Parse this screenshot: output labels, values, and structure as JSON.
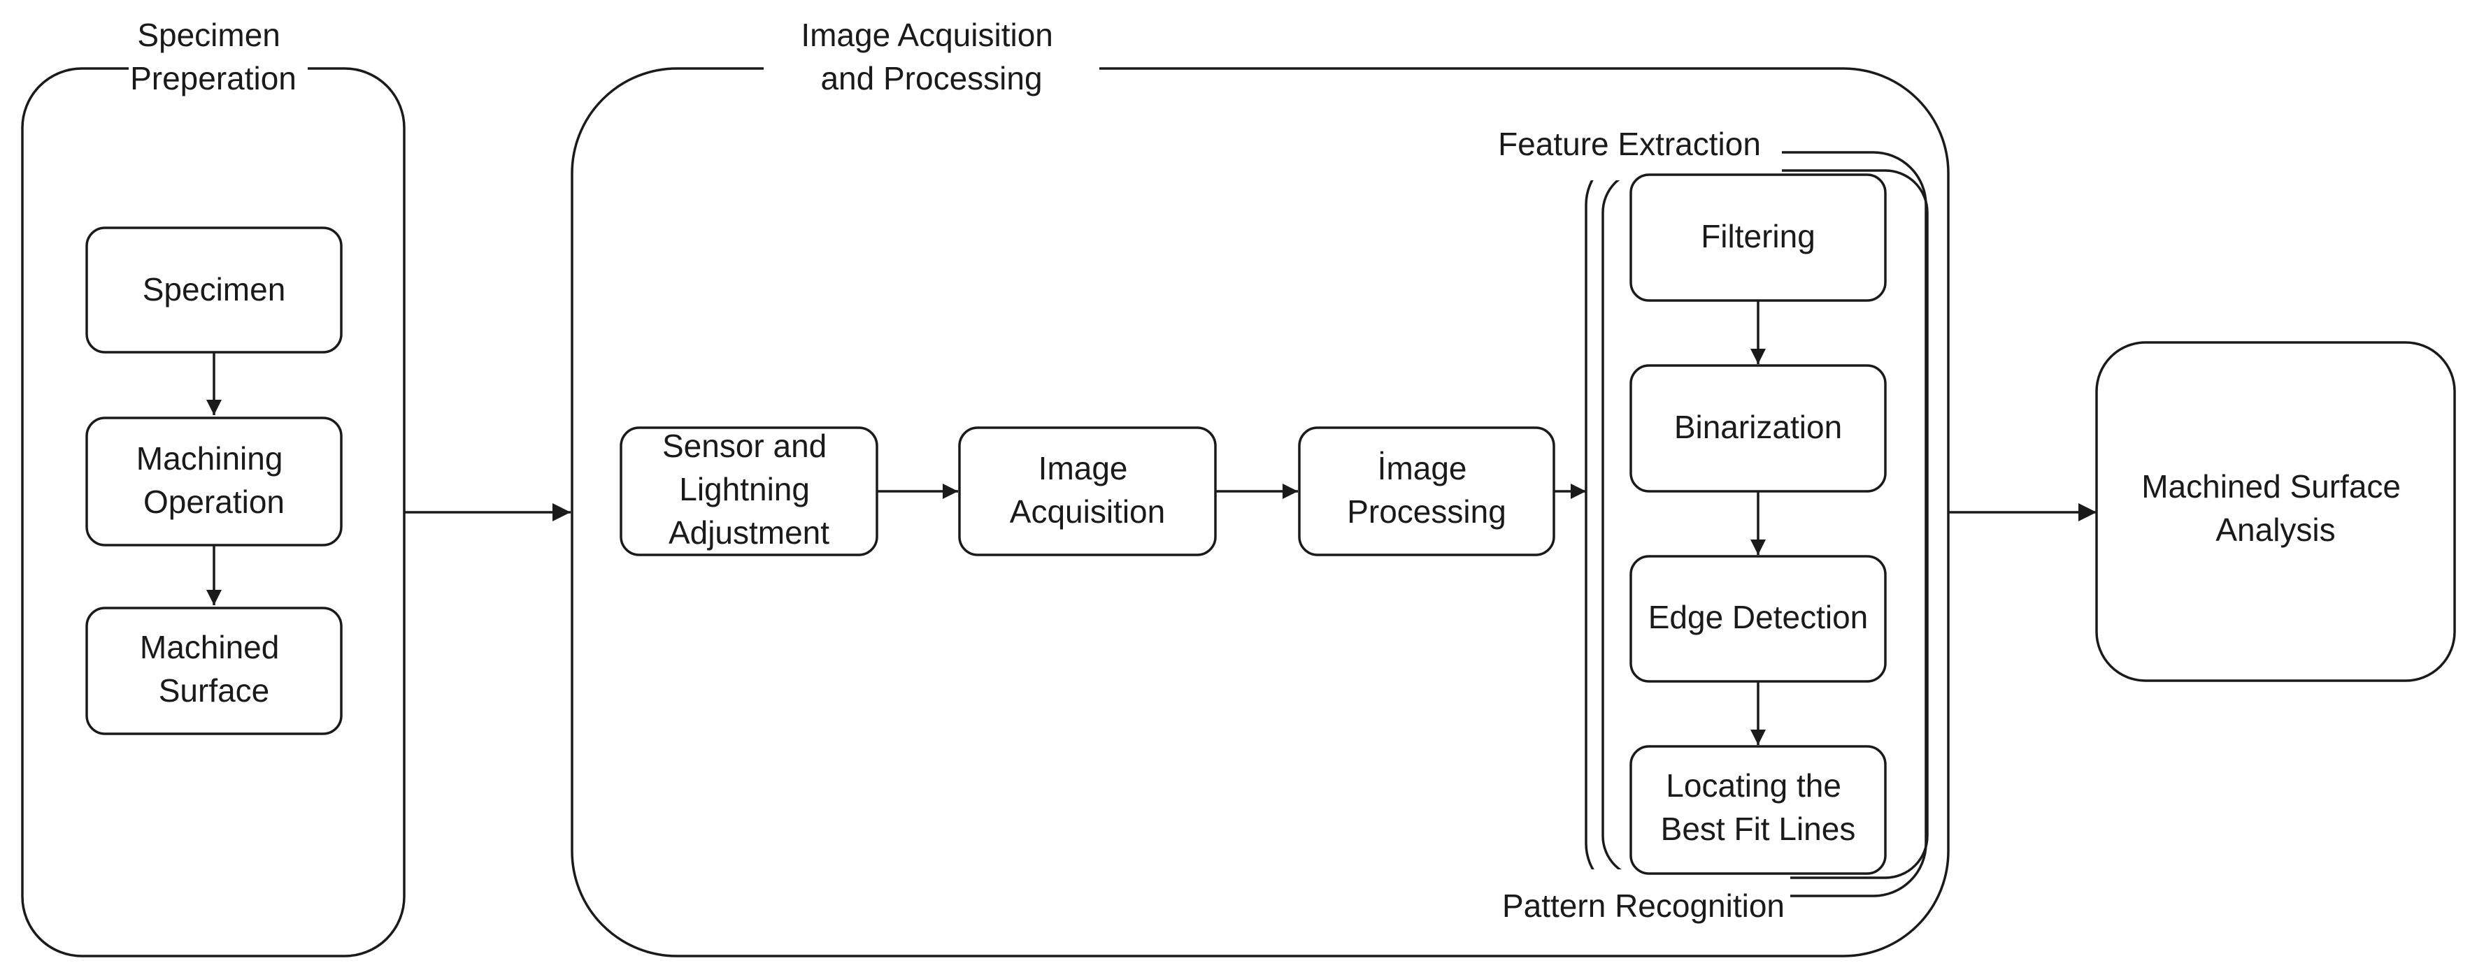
{
  "groups": {
    "specimen_prep": [
      "Specimen",
      "Preperation"
    ],
    "image_acq": [
      "Image Acquisition",
      "and Processing"
    ],
    "feature_extraction": "Feature Extraction",
    "pattern_recognition": "Pattern Recognition"
  },
  "nodes": {
    "specimen": [
      "Specimen"
    ],
    "machining_op": [
      "Machining",
      "Operation"
    ],
    "machined_surface": [
      "Machined",
      "Surface"
    ],
    "sensor": [
      "Sensor and",
      "Lightning",
      "Adjustment"
    ],
    "acquisition": [
      "Image",
      "Acquisition"
    ],
    "processing": [
      "İmage",
      "Processing"
    ],
    "filtering": [
      "Filtering"
    ],
    "binarization": [
      "Binarization"
    ],
    "edge_detection": [
      "Edge Detection"
    ],
    "best_fit": [
      "Locating the",
      "Best Fit Lines"
    ],
    "analysis": [
      "Machined Surface",
      "Analysis"
    ]
  },
  "edges": [
    [
      "specimen",
      "machining_op"
    ],
    [
      "machining_op",
      "machined_surface"
    ],
    [
      "specimen_prep",
      "image_acq"
    ],
    [
      "sensor",
      "acquisition"
    ],
    [
      "acquisition",
      "processing"
    ],
    [
      "processing",
      "feature_extraction"
    ],
    [
      "filtering",
      "binarization"
    ],
    [
      "binarization",
      "edge_detection"
    ],
    [
      "edge_detection",
      "best_fit"
    ],
    [
      "image_acq",
      "analysis"
    ]
  ]
}
